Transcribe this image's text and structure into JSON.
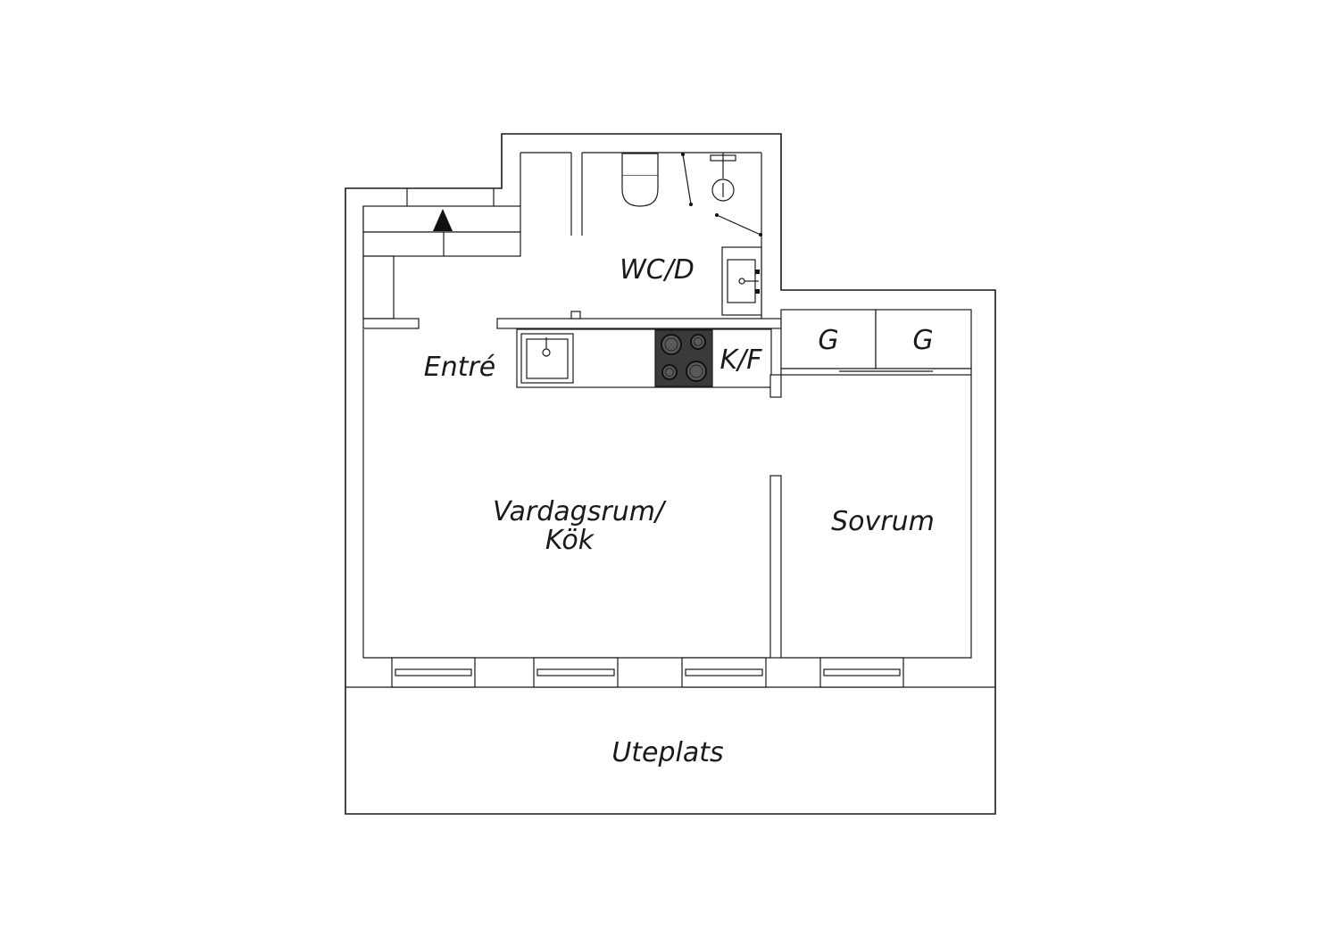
{
  "rooms": {
    "wc": "WC/D",
    "entry": "Entré",
    "kitchen_closet": "K/F",
    "wardrobe_1": "G",
    "wardrobe_2": "G",
    "living": [
      "Vardagsrum/",
      "Kök"
    ],
    "bedroom": "Sovrum",
    "patio": "Uteplats"
  },
  "icons": {
    "entrance": "entrance-arrow-icon",
    "toilet": "toilet-icon",
    "shower": "shower-icon",
    "bathroom_sink": "bathroom-sink-icon",
    "kitchen_sink": "kitchen-sink-icon",
    "stove": "stove-icon"
  },
  "colors": {
    "line": "#1a1a1a",
    "stove": "#3a3a3a"
  }
}
